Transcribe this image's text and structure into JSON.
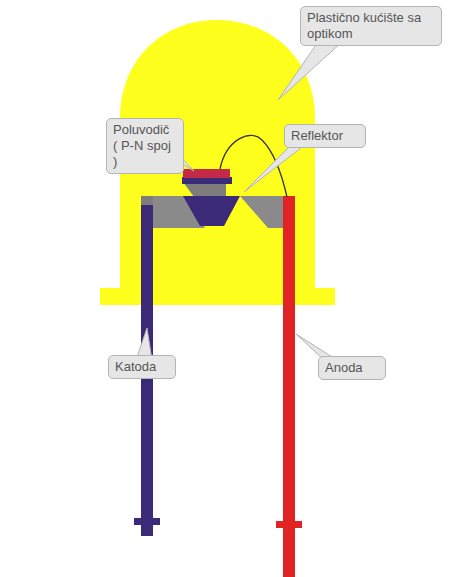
{
  "diagram": {
    "nodes": [
      {
        "text": [
          "Plastično kućište sa optikom"
        ]
      },
      {
        "text": [
          "Poluvodič ( P-N spoj )"
        ]
      },
      {
        "text": [
          "Reflektor"
        ]
      },
      {
        "text": [
          "Katoda"
        ]
      },
      {
        "text": [
          "Anoda"
        ]
      }
    ]
  }
}
